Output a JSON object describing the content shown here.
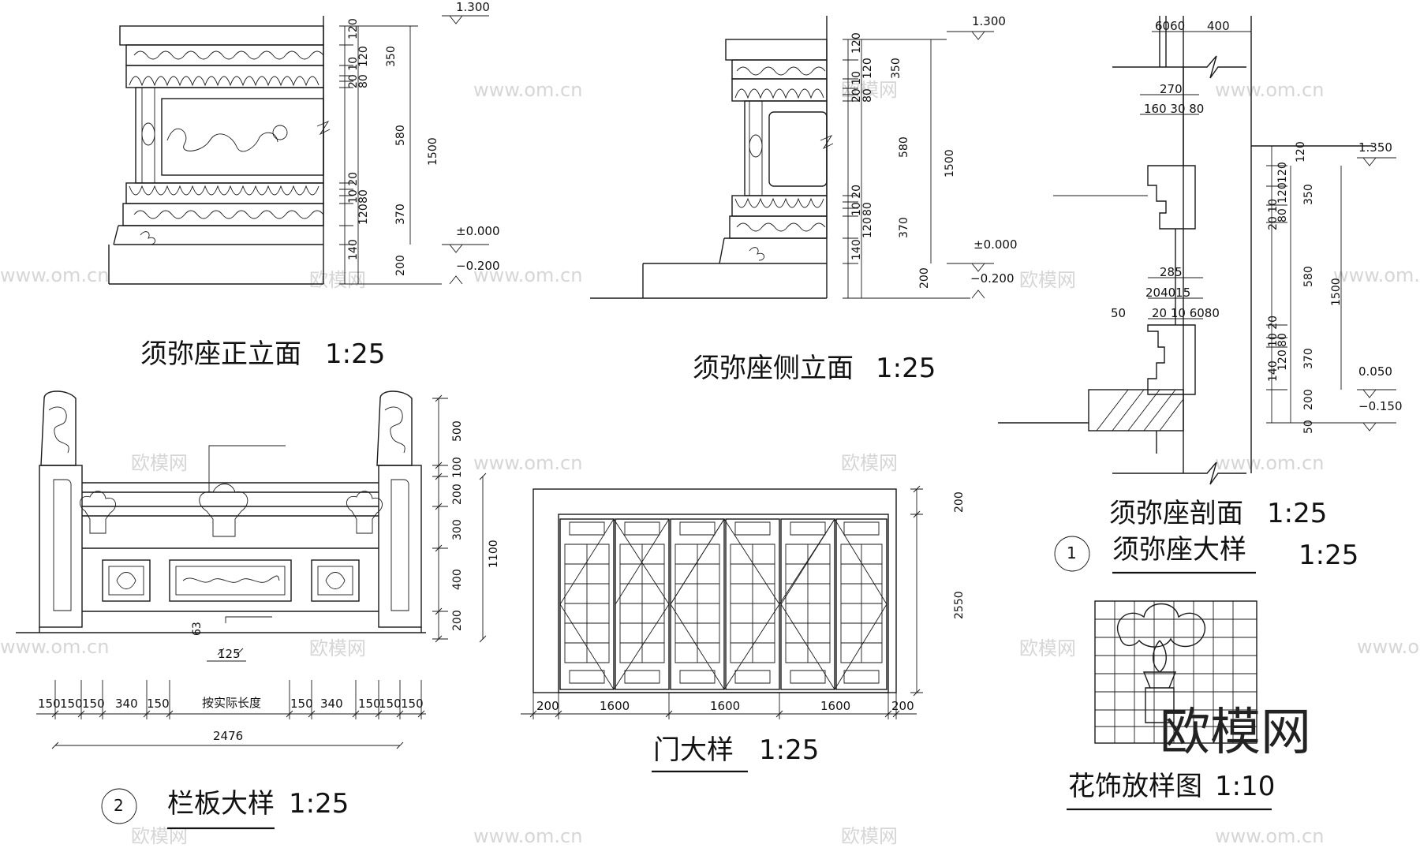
{
  "titles": {
    "front_elevation": "须弥座正立面",
    "side_elevation": "须弥座侧立面",
    "section": "须弥座剖面",
    "detail": "须弥座大样",
    "railing": "栏板大样",
    "door": "门大样",
    "ornament": "花饰放样图"
  },
  "scales": {
    "s25": "1:25",
    "s10": "1:10"
  },
  "markers": {
    "one": "1",
    "two": "2"
  },
  "elevations": {
    "e1300": "1.300",
    "e0": "±0.000",
    "e_m200": "−0.200",
    "e1350": "1.350",
    "e050": "0.050",
    "e_m150": "−0.150"
  },
  "dims": {
    "d120": "120",
    "d350": "350",
    "d2010": "20 10",
    "d80": "80",
    "d580": "580",
    "d1500": "1500",
    "d1020": "10 20",
    "d370": "370",
    "d140": "140",
    "d200": "200",
    "d6060": "6060",
    "d400": "400",
    "d270": "270",
    "d1603080": "160 30  80",
    "d285": "285",
    "d204015": "204015",
    "d50": "50",
    "d20106080": "20 10 6080",
    "d50b": "50",
    "d500": "500",
    "d100": "100",
    "d300": "300",
    "d1100": "1100",
    "d125": "125",
    "d63": "63",
    "d150": "150",
    "d340": "340",
    "actual_length": "按实际长度",
    "d2476": "2476",
    "d1600": "1600",
    "d2550": "2550"
  },
  "watermarks": {
    "site": "www.om.cn",
    "brand": "欧模网"
  }
}
